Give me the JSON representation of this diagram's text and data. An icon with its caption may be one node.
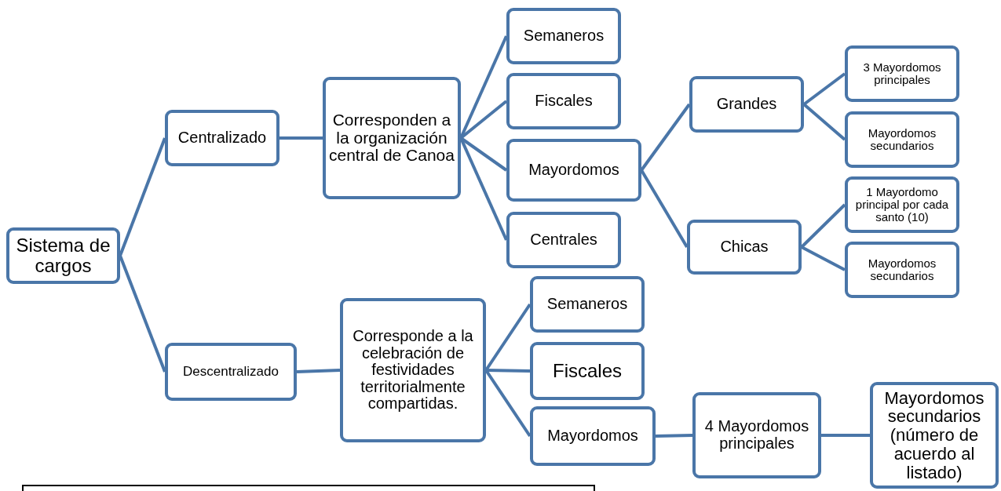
{
  "diagram": {
    "nodes": [
      {
        "text": [
          "Sistema de cargos"
        ]
      },
      {
        "text": [
          "Centralizado"
        ]
      },
      {
        "text": [
          "Corresponden a la organización central de Canoa"
        ]
      },
      {
        "text": [
          "Semaneros"
        ]
      },
      {
        "text": [
          "Fiscales"
        ]
      },
      {
        "text": [
          "Mayordomos"
        ]
      },
      {
        "text": [
          "Centrales"
        ]
      },
      {
        "text": [
          "Grandes"
        ]
      },
      {
        "text": [
          "3 Mayordomos principales"
        ]
      },
      {
        "text": [
          "Mayordomos secundarios"
        ]
      },
      {
        "text": [
          "Chicas"
        ]
      },
      {
        "text": [
          "1 Mayordomo principal por cada santo (10)"
        ]
      },
      {
        "text": [
          "Mayordomos secundarios"
        ]
      },
      {
        "text": [
          "Descentralizado"
        ]
      },
      {
        "text": [
          "Corresponde a la celebración de festividades territorialmente compartidas."
        ]
      },
      {
        "text": [
          "Semaneros"
        ]
      },
      {
        "text": [
          "Fiscales"
        ]
      },
      {
        "text": [
          "Mayordomos"
        ]
      },
      {
        "text": [
          "4 Mayordomos principales"
        ]
      },
      {
        "text": [
          "Mayordomos secundarios (número de acuerdo al listado)"
        ]
      }
    ],
    "edges": [
      {
        "from": 0,
        "to": 1,
        "arrow": "none"
      },
      {
        "from": 0,
        "to": 13,
        "arrow": "none"
      },
      {
        "from": 1,
        "to": 2,
        "arrow": "none"
      },
      {
        "from": 2,
        "to": 3,
        "arrow": "none"
      },
      {
        "from": 2,
        "to": 4,
        "arrow": "none"
      },
      {
        "from": 2,
        "to": 5,
        "arrow": "none"
      },
      {
        "from": 2,
        "to": 6,
        "arrow": "none"
      },
      {
        "from": 5,
        "to": 7,
        "arrow": "none"
      },
      {
        "from": 5,
        "to": 10,
        "arrow": "none"
      },
      {
        "from": 7,
        "to": 8,
        "arrow": "none"
      },
      {
        "from": 7,
        "to": 9,
        "arrow": "none"
      },
      {
        "from": 10,
        "to": 11,
        "arrow": "none"
      },
      {
        "from": 10,
        "to": 12,
        "arrow": "none"
      },
      {
        "from": 13,
        "to": 14,
        "arrow": "none"
      },
      {
        "from": 14,
        "to": 15,
        "arrow": "none"
      },
      {
        "from": 14,
        "to": 16,
        "arrow": "none"
      },
      {
        "from": 14,
        "to": 17,
        "arrow": "none"
      },
      {
        "from": 17,
        "to": 18,
        "arrow": "none"
      },
      {
        "from": 18,
        "to": 19,
        "arrow": "none"
      }
    ]
  }
}
